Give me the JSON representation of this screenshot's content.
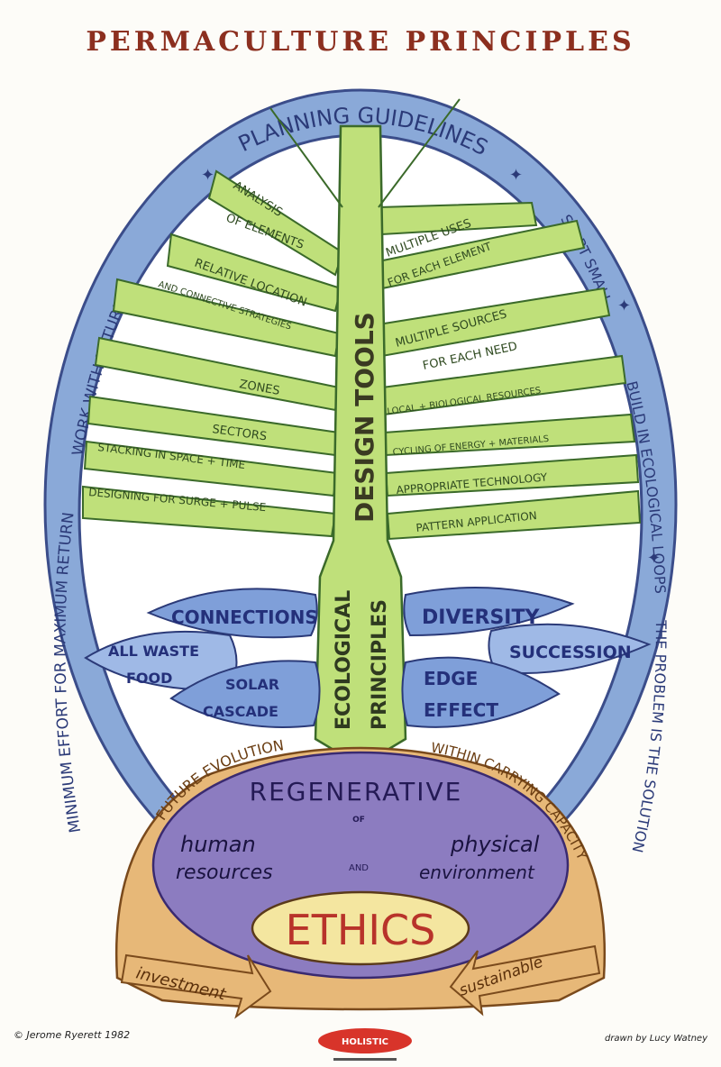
{
  "title": "PERMACULTURE PRINCIPLES",
  "ring_top": "PLANNING GUIDELINES",
  "ring_left": "WORK WITH NATURE",
  "ring_left_lower": "MINIMUM EFFORT FOR MAXIMUM RETURN",
  "ring_right_top": "START SMALL",
  "ring_right": "BUILD IN ECOLOGICAL LOOPS",
  "ring_right_lower": "THE PROBLEM IS THE SOLUTION",
  "trunk_upper": "DESIGN TOOLS",
  "trunk_lower_1": "ECOLOGICAL",
  "trunk_lower_2": "PRINCIPLES",
  "left_branches": [
    "ANALYSIS",
    "OF ELEMENTS",
    "RELATIVE LOCATION",
    "AND CONNECTIVE STRATEGIES",
    "ZONES",
    "SECTORS",
    "STACKING IN SPACE + TIME",
    "DESIGNING FOR SURGE + PULSE"
  ],
  "right_branches": [
    "MULTIPLE USES",
    "FOR EACH ELEMENT",
    "MULTIPLE SOURCES",
    "FOR EACH NEED",
    "LOCAL + BIOLOGICAL RESOURCES",
    "CYCLING OF ENERGY + MATERIALS",
    "APPROPRIATE TECHNOLOGY",
    "PATTERN APPLICATION"
  ],
  "leaves_left": [
    "CONNECTIONS",
    "ALL WASTE",
    "FOOD",
    "SOLAR",
    "CASCADE"
  ],
  "leaves_right": [
    "DIVERSITY",
    "SUCCESSION",
    "EDGE",
    "EFFECT"
  ],
  "base_arc_left": "FUTURE EVOLUTION",
  "base_arc_right": "WITHIN CARRYING CAPACITY",
  "regenerative": "REGENERATIVE",
  "of_label": "OF",
  "human_1": "human",
  "human_2": "resources",
  "and_label": "AND",
  "physical_1": "physical",
  "physical_2": "environment",
  "ethics": "ETHICS",
  "arrow_left": "investment",
  "arrow_right": "sustainable",
  "credit_left": "© Jerome Ryerett 1982",
  "credit_right": "drawn by Lucy Watney",
  "footer_logo": "HOLISTIC",
  "colors": {
    "title": "#8c2f1f",
    "ring_blue": "#8aa9d8",
    "ring_stroke": "#3b4d8a",
    "tree_green": "#bfe07a",
    "tree_stroke": "#3b6a2a",
    "leaf_blue": "#7f9fd9",
    "base_tan": "#e7b878",
    "base_purple": "#8c7cc0",
    "ethics_yellow": "#f4e6a0",
    "ethics_red": "#b8332a"
  }
}
